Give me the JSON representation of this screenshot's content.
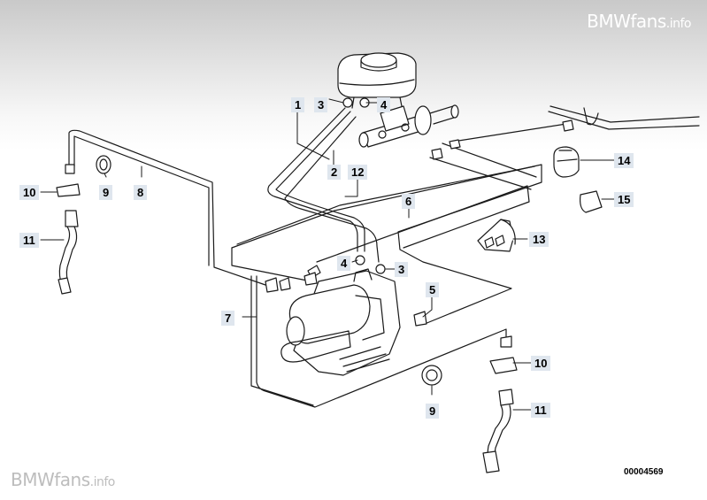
{
  "watermark": {
    "brand": "BMWfans",
    "suffix": ".info"
  },
  "document_number": "00004569",
  "callouts": [
    {
      "id": "c1",
      "text": "1"
    },
    {
      "id": "c2",
      "text": "2"
    },
    {
      "id": "c3a",
      "text": "3"
    },
    {
      "id": "c4a",
      "text": "4"
    },
    {
      "id": "c3b",
      "text": "3"
    },
    {
      "id": "c4b",
      "text": "4"
    },
    {
      "id": "c5",
      "text": "5"
    },
    {
      "id": "c6",
      "text": "6"
    },
    {
      "id": "c7",
      "text": "7"
    },
    {
      "id": "c8",
      "text": "8"
    },
    {
      "id": "c9a",
      "text": "9"
    },
    {
      "id": "c9b",
      "text": "9"
    },
    {
      "id": "c10a",
      "text": "10"
    },
    {
      "id": "c10b",
      "text": "10"
    },
    {
      "id": "c11a",
      "text": "11"
    },
    {
      "id": "c11b",
      "text": "11"
    },
    {
      "id": "c12",
      "text": "12"
    },
    {
      "id": "c13",
      "text": "13"
    },
    {
      "id": "c14",
      "text": "14"
    },
    {
      "id": "c15",
      "text": "15"
    }
  ]
}
